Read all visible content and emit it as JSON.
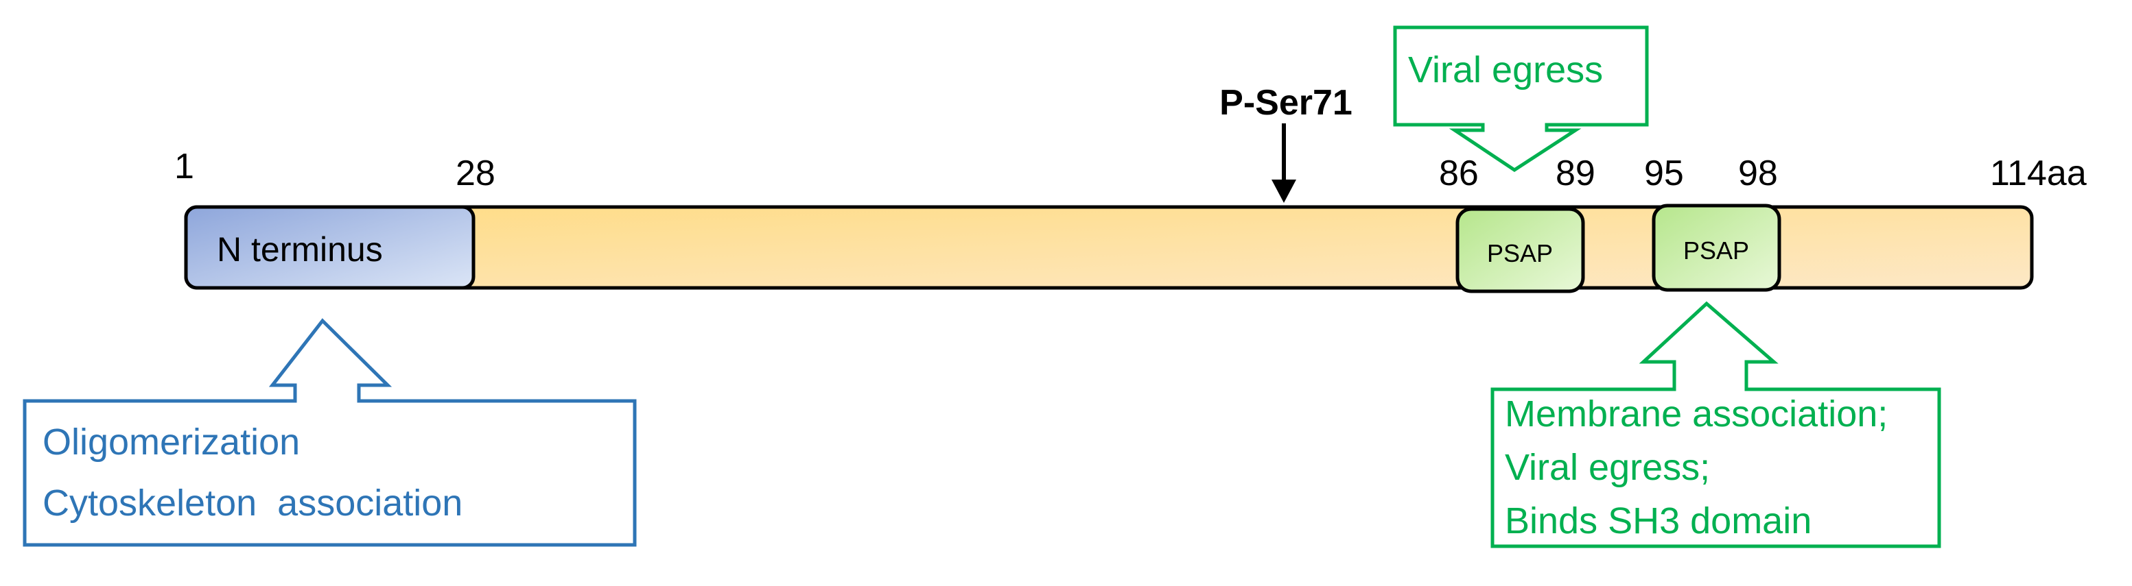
{
  "colors": {
    "protein_bar_fill": "#ffe08f",
    "n_terminus_fill": "#8fa9dc",
    "psap_fill": "#c6efa0",
    "blue_accent": "#2e75b6",
    "green_accent": "#00b050",
    "outline": "#000000"
  },
  "positions": {
    "start": "1",
    "n_term_end": "28",
    "psap1_start": "86",
    "psap1_end": "89",
    "psap2_start": "95",
    "psap2_end": "98",
    "end": "114aa"
  },
  "domains": {
    "n_terminus": "N terminus",
    "psap_1": "PSAP",
    "psap_2": "PSAP"
  },
  "phosphosite": {
    "label": "P-Ser71",
    "icon": "down-arrow-icon"
  },
  "annotations": {
    "n_terminus_callout": {
      "lines": [
        "Oligomerization",
        "Cytoskeleton  association"
      ],
      "icon": "up-block-arrow-icon"
    },
    "psap1_callout": {
      "label": "Viral egress",
      "icon": "down-block-arrow-icon"
    },
    "psap2_callout": {
      "lines": [
        "Membrane association;",
        "Viral egress;",
        "Binds SH3 domain"
      ],
      "icon": "up-block-arrow-icon"
    }
  }
}
